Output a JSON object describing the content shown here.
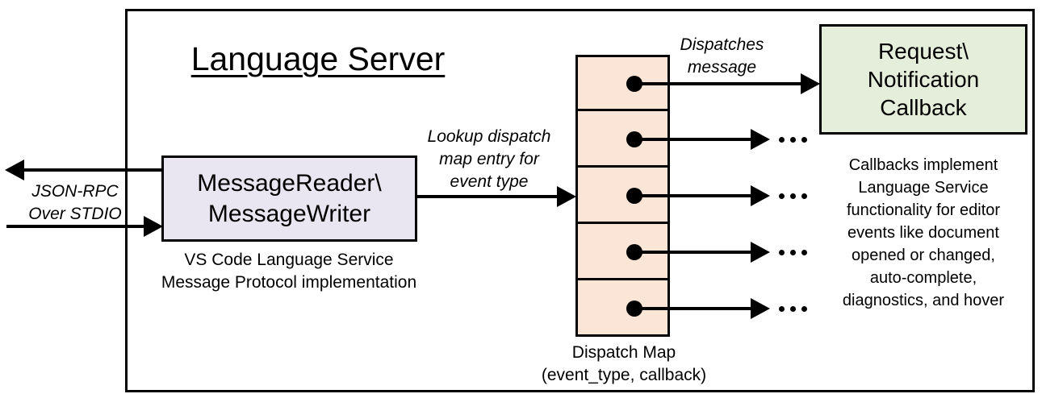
{
  "colors": {
    "bg": "#ffffff",
    "line": "#000000",
    "reader-fill": "#E9E6F1",
    "map-fill": "#FBE5D6",
    "callback-fill": "#E5EEDA"
  },
  "diagram": {
    "title": "Language Server",
    "stdio_label": [
      "JSON-RPC",
      "Over STDIO"
    ],
    "message_box": [
      "MessageReader\\",
      "MessageWriter"
    ],
    "message_box_caption": [
      "VS Code Language Service",
      "Message Protocol implementation"
    ],
    "lookup_label": [
      "Lookup dispatch",
      "map entry for",
      "event type"
    ],
    "dispatches_label": [
      "Dispatches",
      "message"
    ],
    "callback_box": [
      "Request\\",
      "Notification",
      "Callback"
    ],
    "callback_note": [
      "Callbacks implement",
      "Language Service",
      "functionality for editor",
      "events like document",
      "opened or changed,",
      "auto-complete,",
      "diagnostics, and hover"
    ],
    "dispatch_map_caption": [
      "Dispatch Map",
      "(event_type, callback)"
    ],
    "icons": {
      "ellipsis": "…"
    }
  }
}
